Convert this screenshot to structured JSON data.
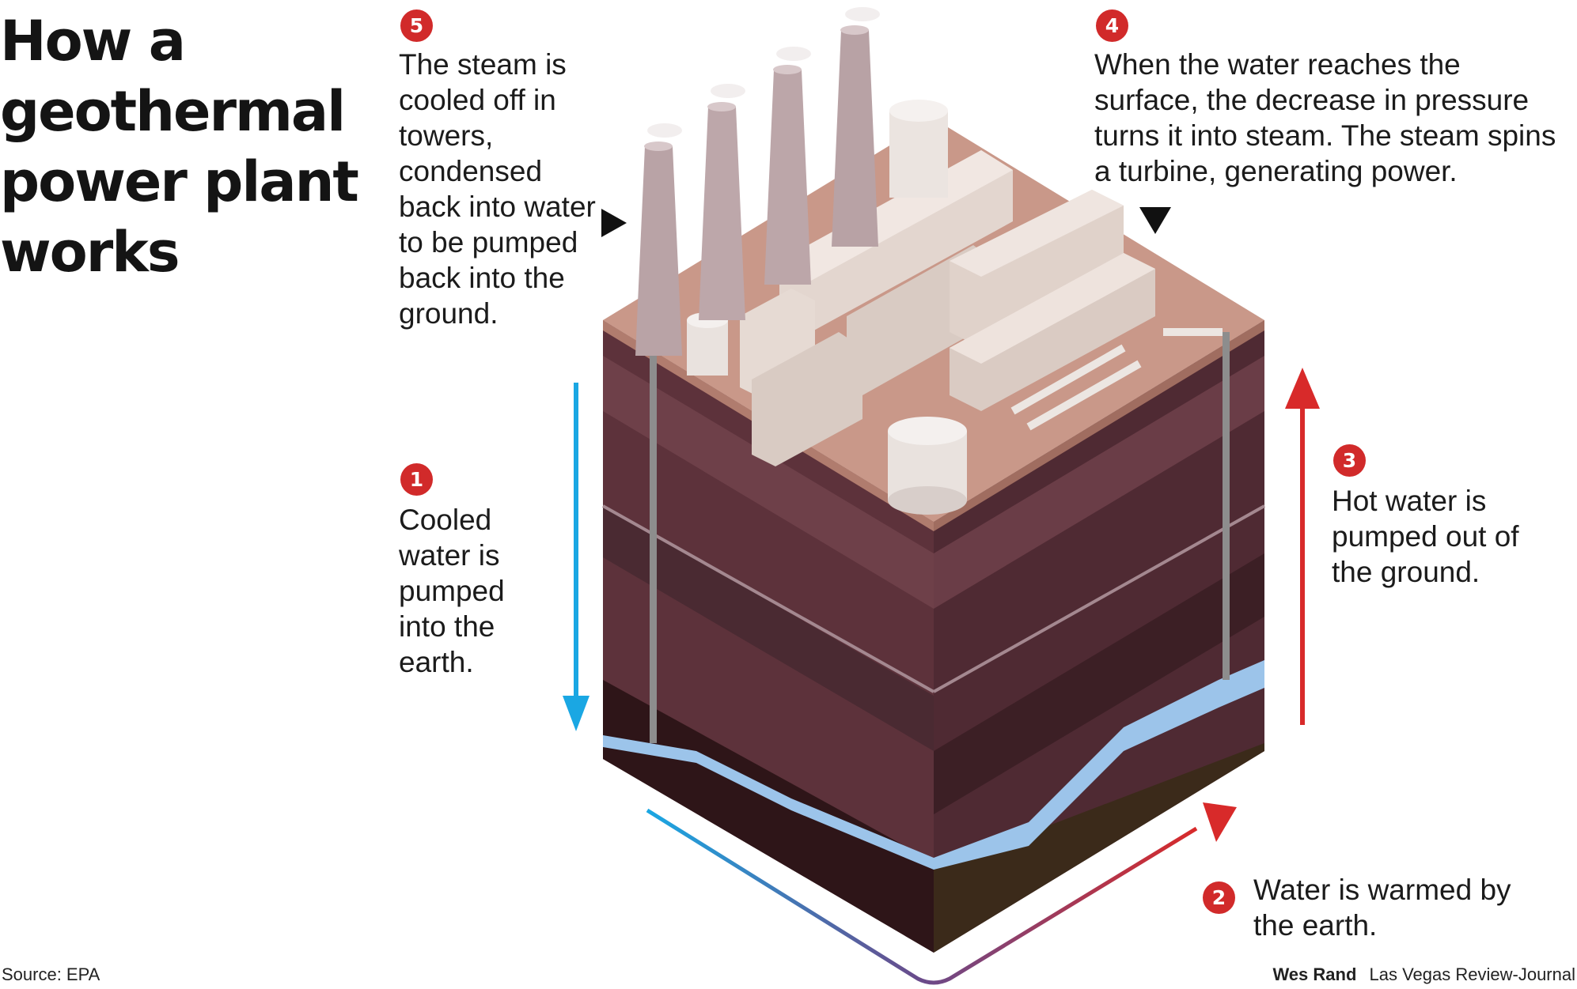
{
  "title": "How a geothermal power plant works",
  "steps": [
    {
      "number": "5",
      "text": "The steam is cooled off in towers, condensed back into water to be pumped back into the ground."
    },
    {
      "number": "4",
      "text": "When the water reaches the surface, the decrease in pressure turns it into steam. The steam spins a turbine, generating power."
    },
    {
      "number": "1",
      "text": "Cooled water is pumped into the earth."
    },
    {
      "number": "3",
      "text": "Hot water is pumped out of the ground."
    },
    {
      "number": "2",
      "text": "Water is warmed by the earth."
    }
  ],
  "footer": {
    "source": "Source: EPA",
    "author": "Wes Rand",
    "publication": "Las Vegas Review-Journal"
  },
  "colors": {
    "badge": "#d12a2a",
    "cold_arrow": "#1aa7e3",
    "hot_arrow": "#d82a2a",
    "aquifer": "#9cc4ea",
    "surface": "#c99889"
  }
}
